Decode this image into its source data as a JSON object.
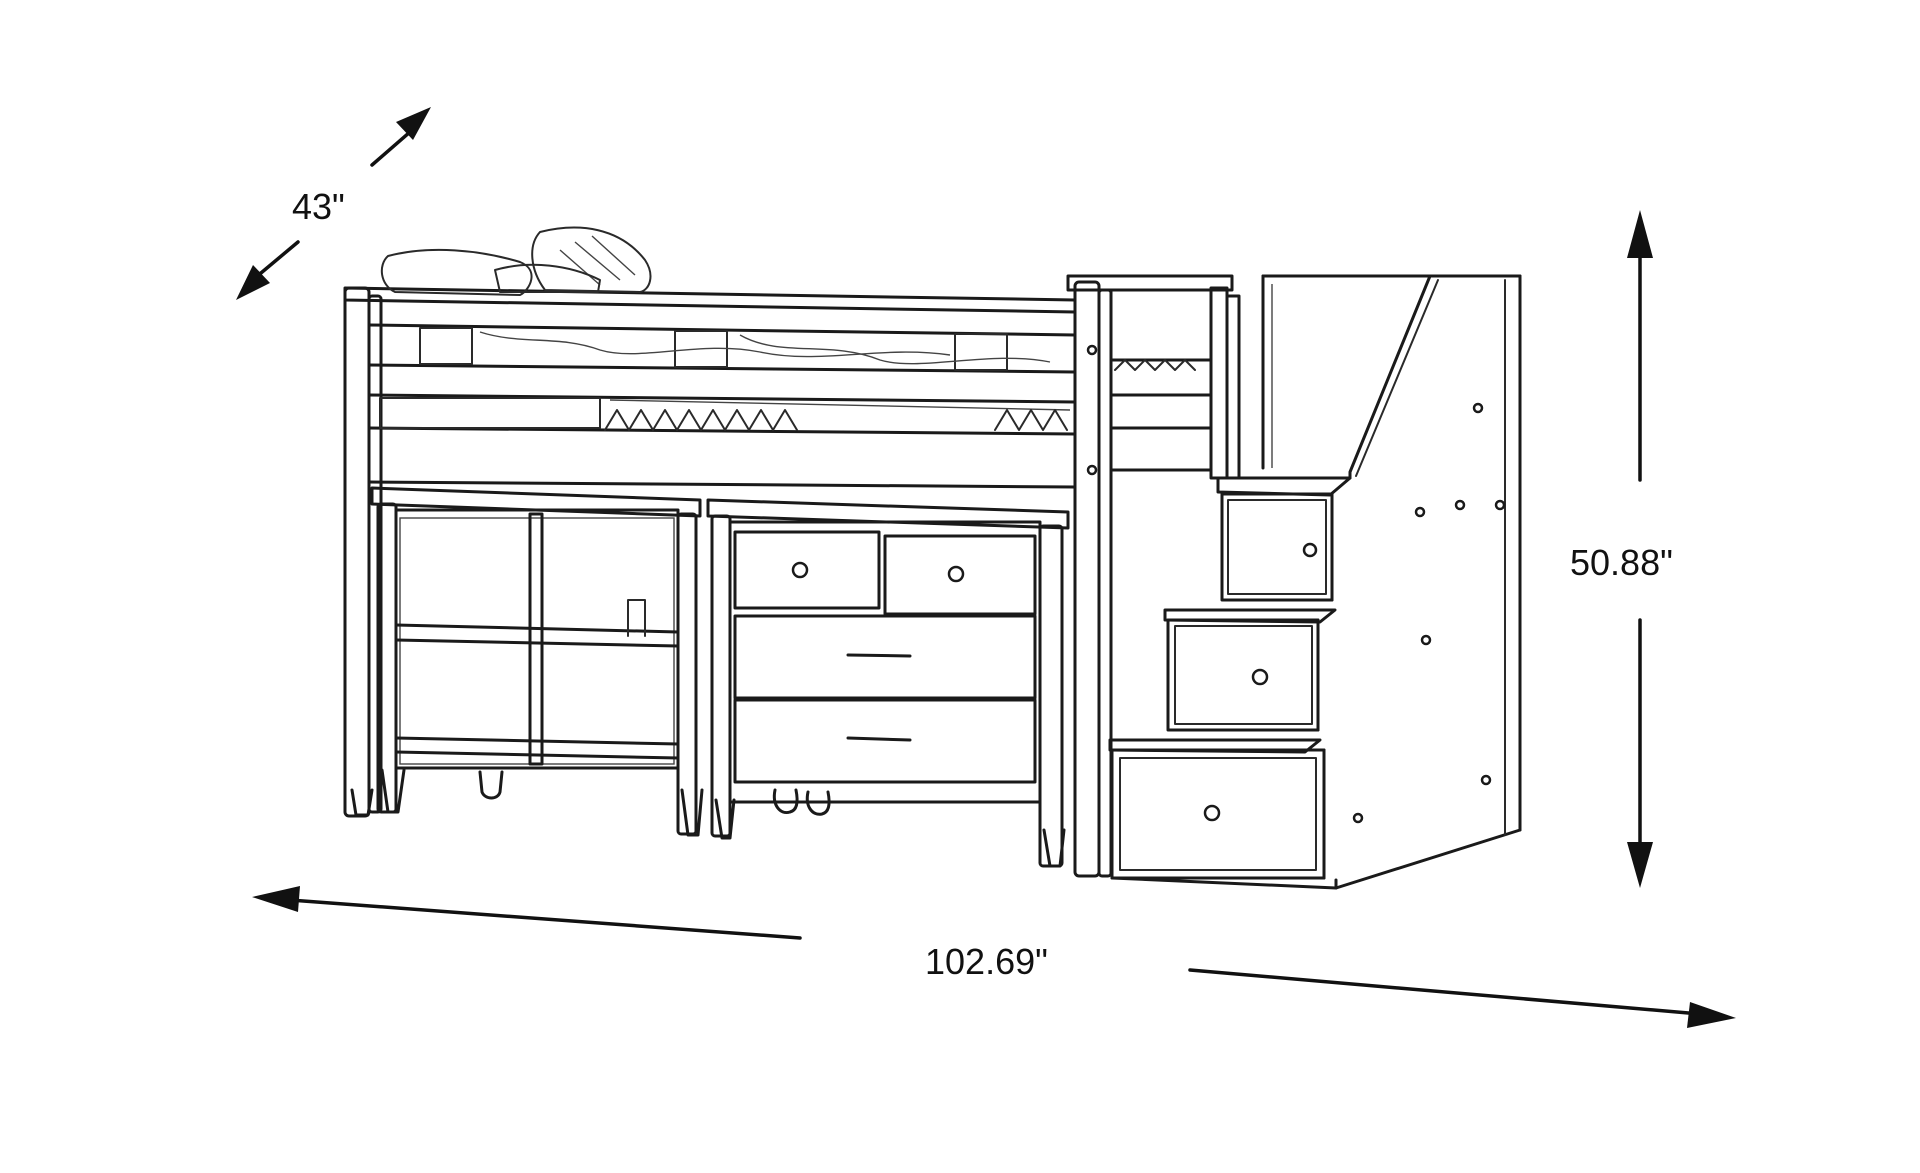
{
  "dimensions": {
    "depth": "43\"",
    "height": "50.88\"",
    "width": "102.69\""
  },
  "icons": {
    "depth_arrow": "double-headed-diagonal-arrow",
    "height_arrow": "double-headed-vertical-arrow",
    "width_arrow": "double-headed-horizontal-arrow"
  },
  "colors": {
    "line": "#1a1a1a",
    "background": "#ffffff"
  }
}
